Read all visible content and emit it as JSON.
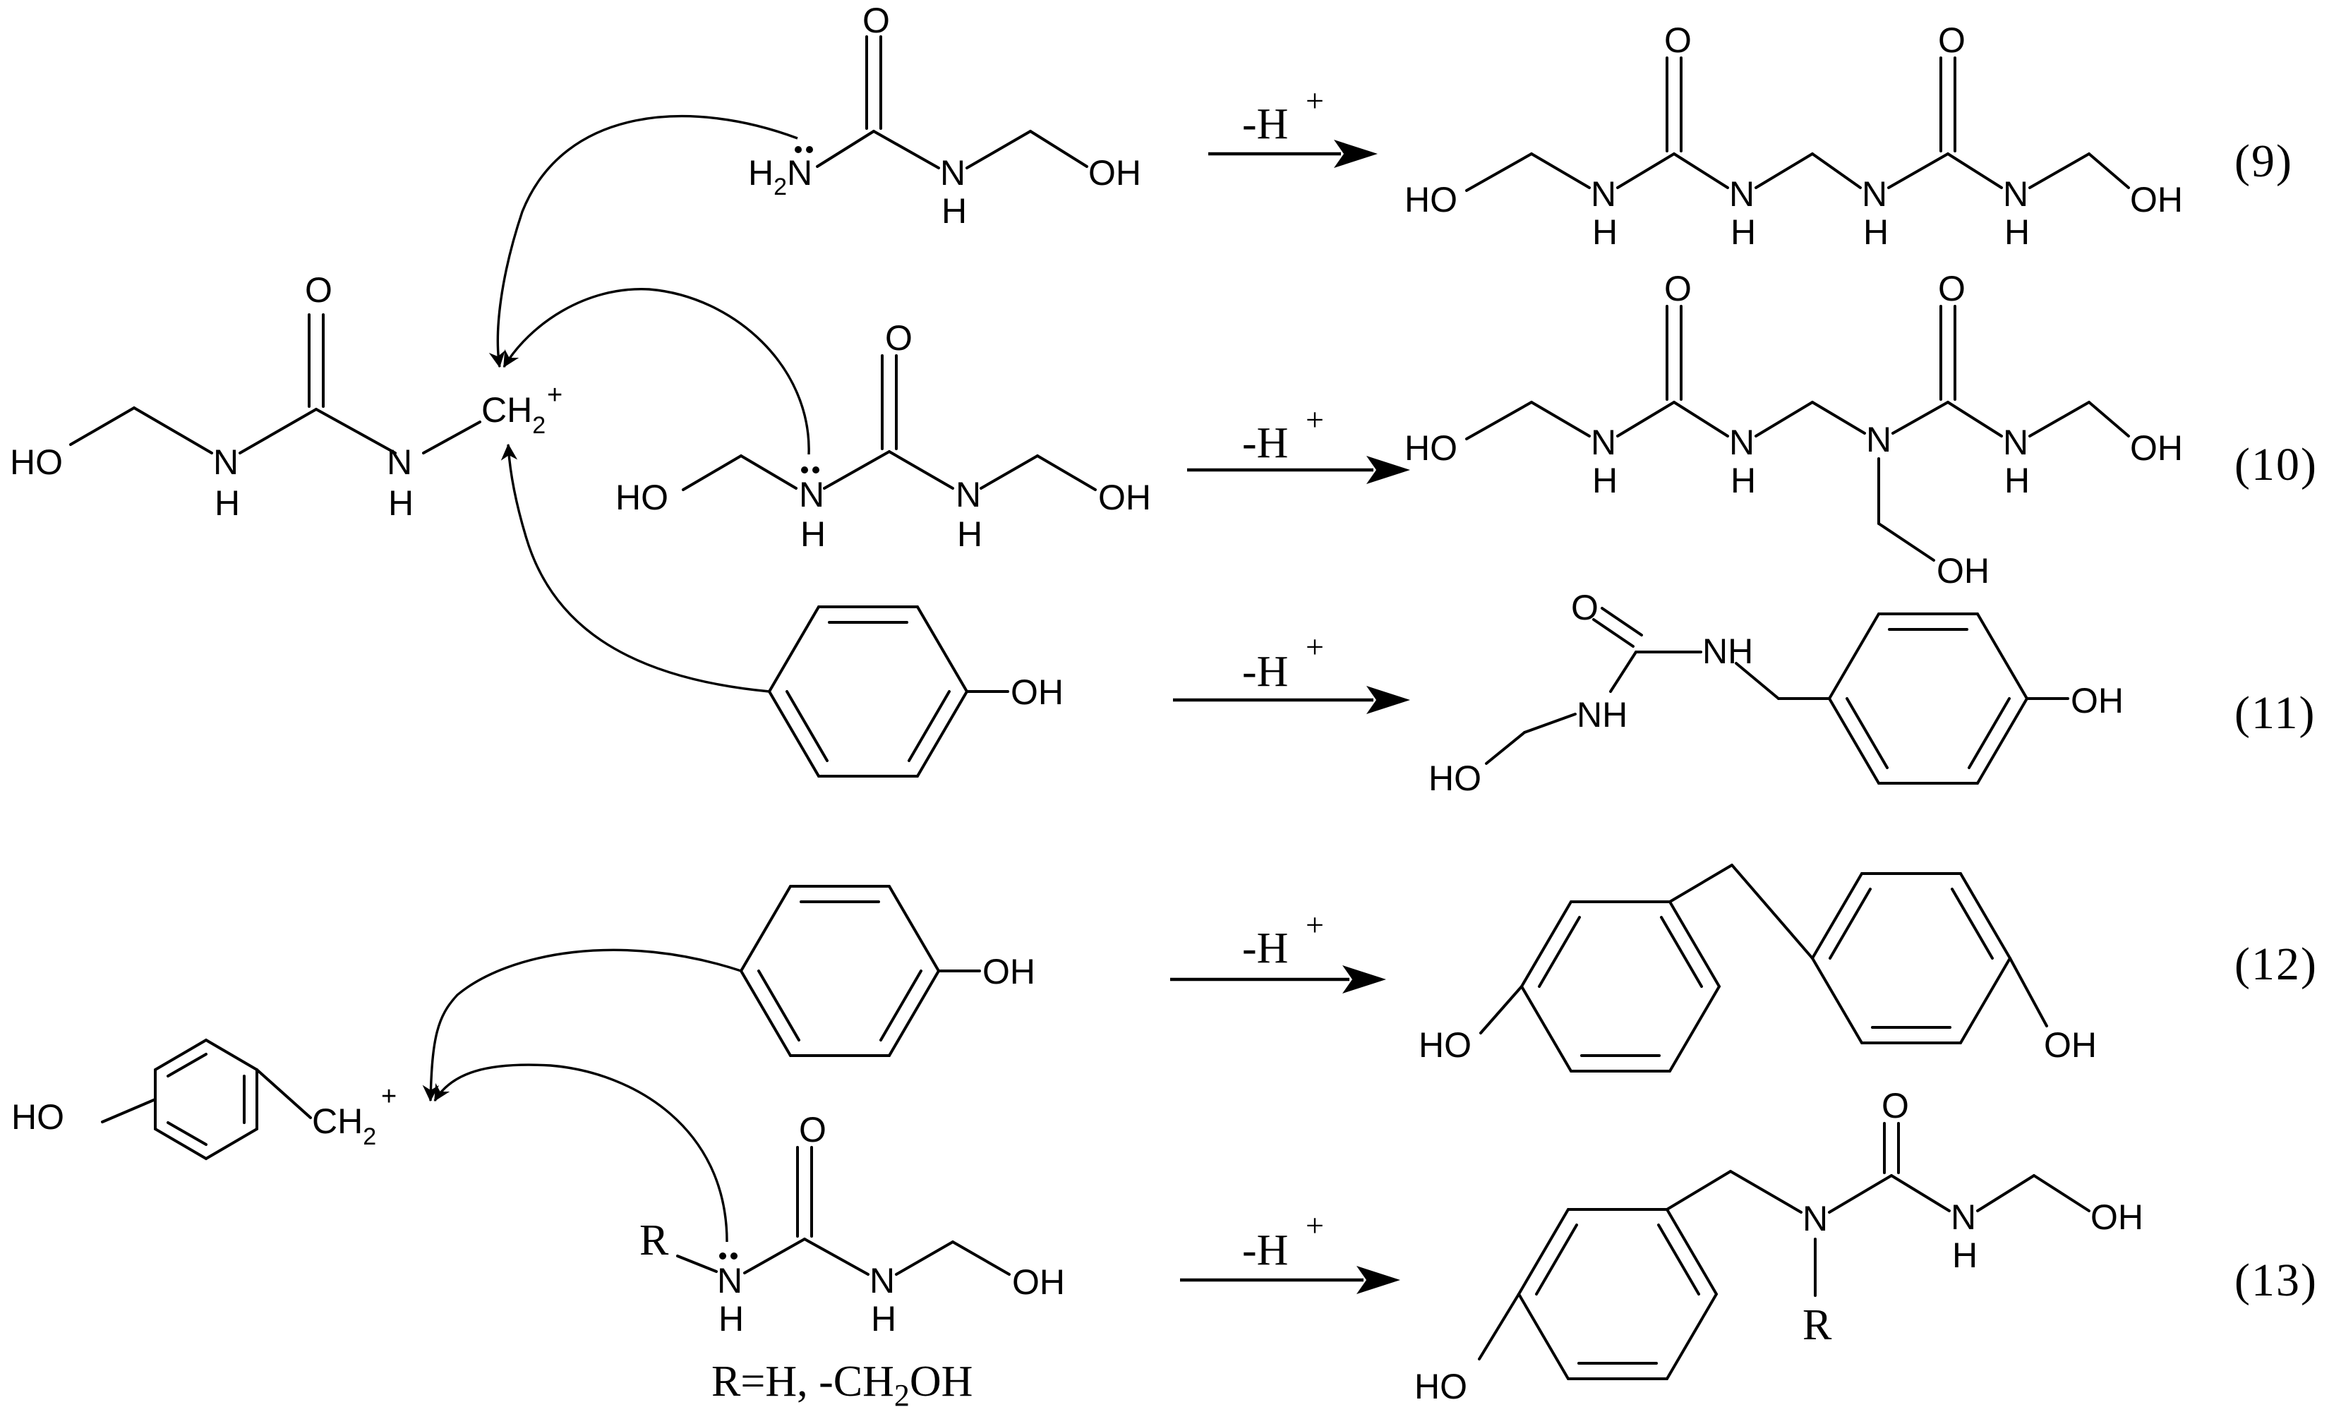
{
  "atoms": {
    "O": "O",
    "N": "N",
    "H": "H",
    "OH": "OH",
    "HO": "HO",
    "NH": "NH",
    "R": "R",
    "CH": "CH",
    "two": "2",
    "plus": "+"
  },
  "reactions": [
    {
      "number": "(9)",
      "arrow_label": "-H",
      "arrow_charge": "+"
    },
    {
      "number": "(10)",
      "arrow_label": "-H",
      "arrow_charge": "+"
    },
    {
      "number": "(11)",
      "arrow_label": "-H",
      "arrow_charge": "+"
    },
    {
      "number": "(12)",
      "arrow_label": "-H",
      "arrow_charge": "+"
    },
    {
      "number": "(13)",
      "arrow_label": "-H",
      "arrow_charge": "+"
    }
  ],
  "footnote": {
    "prefix": "R=H, -CH",
    "sub": "2",
    "suffix": "OH"
  }
}
